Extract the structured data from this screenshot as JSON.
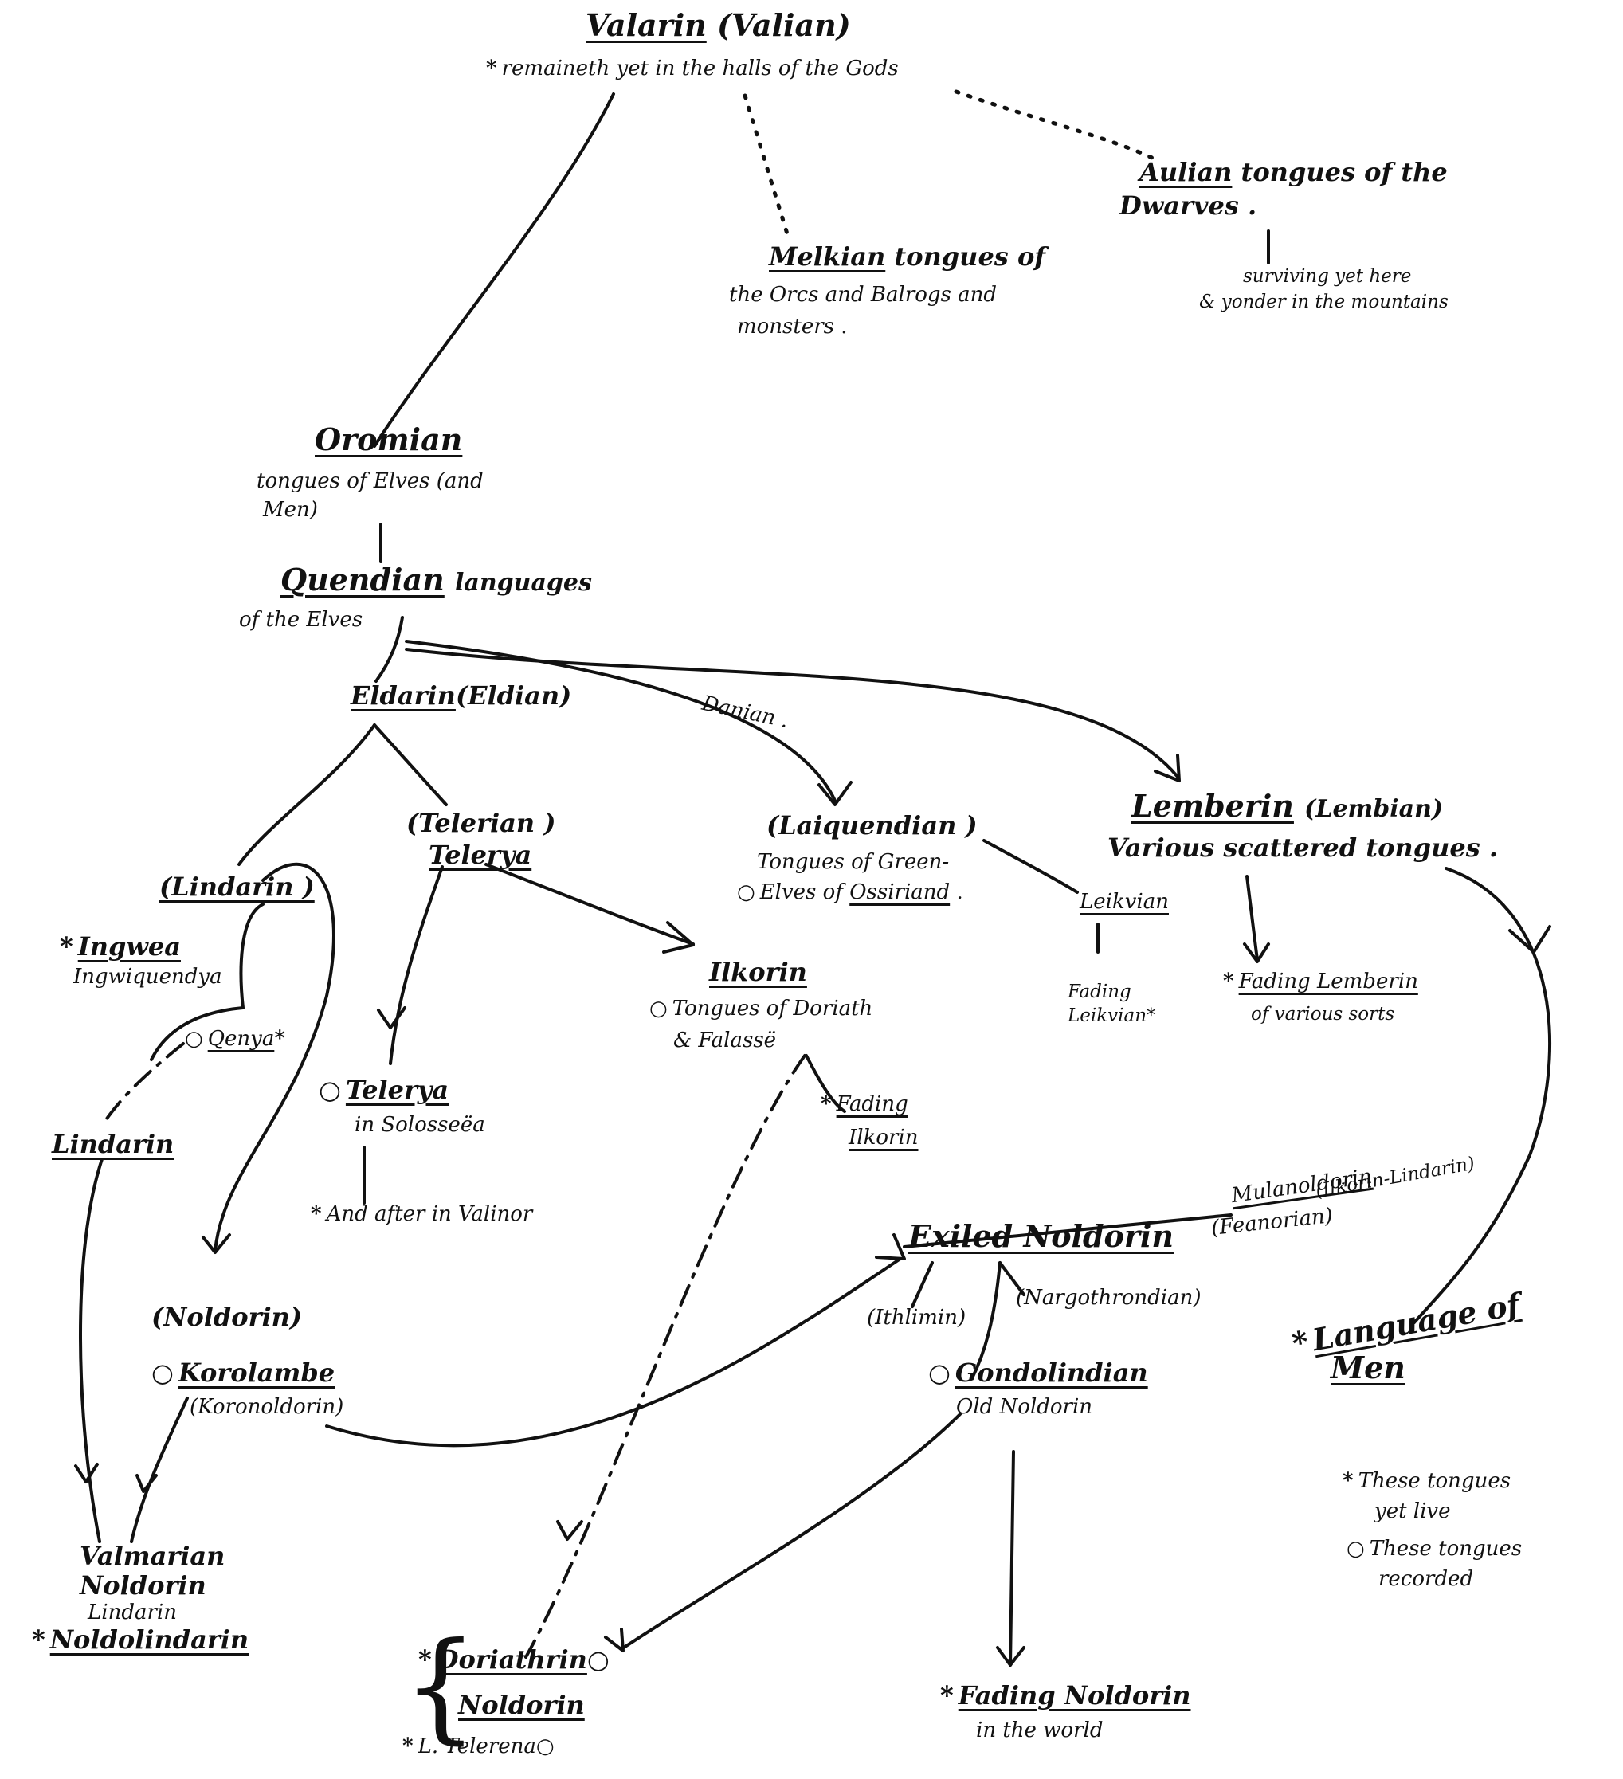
{
  "valarin": {
    "name": "Valarin",
    "paren": "(Valian)",
    "note": "remaineth yet in the halls of the Gods"
  },
  "aulian": {
    "name": "Aulian",
    "line1": "tongues of the",
    "line2": "Dwarves .",
    "note1": "surviving yet here",
    "note2": "& yonder in the mountains"
  },
  "melkian": {
    "name": "Melkian",
    "line1": "tongues of",
    "line2": "the Orcs and Balrogs and",
    "line3": "monsters ."
  },
  "oromian": {
    "name": "Oromian",
    "line1": "tongues of Elves (and",
    "line2": "Men)"
  },
  "quendian": {
    "name": "Quendian",
    "line1": "languages",
    "line2": "of the Elves"
  },
  "eldarin": {
    "name": "Eldarin",
    "paren": "(Eldian)"
  },
  "danian": {
    "label": "Danian ."
  },
  "lemberin": {
    "name": "Lemberin",
    "paren": "(Lembian)",
    "note": "Various scattered tongues ."
  },
  "laiquendian": {
    "name": "(Laiquendian )",
    "line1": "Tongues of Green-",
    "line2": "Elves of",
    "place": "Ossiriand",
    "end": "."
  },
  "leikvian": {
    "name": "Leikvian",
    "fading1": "Fading",
    "fading2": "Leikvian*"
  },
  "fading_lemberin": {
    "line1": "Fading Lemberin",
    "line2": "of various sorts"
  },
  "lindarin_top": {
    "name": "(Lindarin )"
  },
  "telerian": {
    "paren": "(Telerian )",
    "name": "Telerya"
  },
  "ingwea": {
    "name": "Ingwea",
    "sub": "Ingwiquendya"
  },
  "qenya": {
    "name": "Qenya"
  },
  "ilkorin": {
    "name": "Ilkorin",
    "line1": "Tongues of Doriath",
    "line2": "& Falassë"
  },
  "fading_ilkorin": {
    "line1": "Fading",
    "line2": "Ilkorin"
  },
  "telerya_valinor": {
    "name": "Telerya",
    "line2": "in Solosseëa"
  },
  "andaster": {
    "text": "And after in Valinor"
  },
  "lindarin_left": {
    "name": "Lindarin"
  },
  "exiled_noldorin": {
    "name": "Exiled Noldorin",
    "mulano1": "Mulanoldorin",
    "mulano2": "(Ilkorin-Lindarin)",
    "feanorian": "(Feanorian)"
  },
  "noldorin": {
    "name": "(Noldorin)"
  },
  "korolambe": {
    "name": "Korolambe",
    "paren": "(Koronoldorin)"
  },
  "ithlimin": {
    "name": "(Ithlimin)"
  },
  "nargothrondian": {
    "name": "(Nargothrondian)"
  },
  "gondolindian": {
    "name": "Gondolindian",
    "sub": "Old Noldorin"
  },
  "language_men": {
    "line1": "Language of",
    "line2": "Men"
  },
  "legend": {
    "star": "*",
    "star1": "These tongues",
    "star2": "yet live",
    "circle": "○",
    "circle1": "These tongues",
    "circle2": "recorded"
  },
  "valmaryan": {
    "line1": "Valmarian",
    "line2": "Noldorin",
    "line3": "Lindarin",
    "name": "Noldolindarin"
  },
  "doriathrin": {
    "line1": "Doriathrin",
    "line2": "Noldorin",
    "line3": "L. Telerena"
  },
  "fading_noldorin": {
    "line1": "Fading Noldorin",
    "line2": "in the world"
  },
  "marks": {
    "star": "*",
    "circle": "○"
  }
}
